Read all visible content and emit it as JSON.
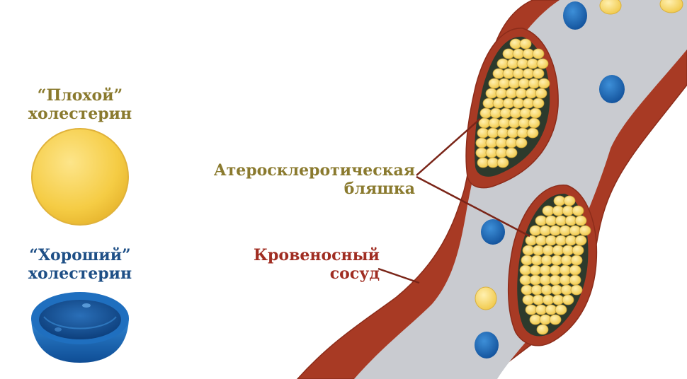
{
  "legend": {
    "bad": {
      "line1": "“Плохой”",
      "line2": "холестерин",
      "color": "#8a7a2e"
    },
    "good": {
      "line1": "“Хороший”",
      "line2": "холестерин",
      "color": "#1e4f86"
    }
  },
  "labels": {
    "plaque": {
      "line1": "Атеросклеротическая",
      "line2": "бляшка",
      "color": "#8a7a2e"
    },
    "vessel": {
      "line1": "Кровеносный",
      "line2": "сосуд",
      "color": "#a02d22"
    }
  },
  "colors": {
    "vessel_wall": "#a83a24",
    "vessel_wall_dark": "#8c2c1a",
    "lumen": "#c9cbd0",
    "bad_cholesterol": "#f5cf52",
    "good_cholesterol": "#1e6db5",
    "leader_line": "#7a2518"
  }
}
